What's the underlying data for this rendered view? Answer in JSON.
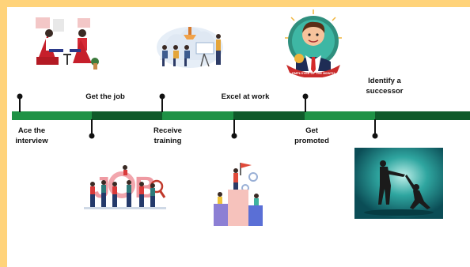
{
  "colors": {
    "frame": "#ffd37a",
    "timeline_light": "#1f9246",
    "timeline_dark": "#0f5a2a",
    "marker": "#111111"
  },
  "timeline": {
    "milestones": [
      {
        "id": "ace-interview",
        "label": "Ace the\ninterview"
      },
      {
        "id": "get-job",
        "label": "Get the job"
      },
      {
        "id": "receive-training",
        "label": "Receive\ntraining"
      },
      {
        "id": "excel-at-work",
        "label": "Excel at work"
      },
      {
        "id": "get-promoted",
        "label": "Get\npromoted"
      },
      {
        "id": "identify-successor",
        "label": "Identify a\nsuccessor"
      }
    ]
  },
  "illustrations": [
    {
      "name": "interview-illustration"
    },
    {
      "name": "job-team-illustration"
    },
    {
      "name": "training-illustration"
    },
    {
      "name": "excel-podium-illustration"
    },
    {
      "name": "employee-of-month-illustration",
      "badge_text": "EMPLOYEE OF THE MONTH"
    },
    {
      "name": "successor-illustration"
    }
  ]
}
